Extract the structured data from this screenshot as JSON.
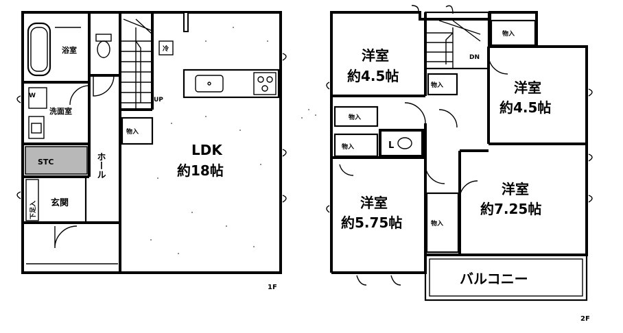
{
  "floor1": {
    "label": "1F",
    "bath": "浴室",
    "washroom": "洗面室",
    "washroom_mark": "W",
    "stc": "STC",
    "shoe_storage": "下足入",
    "entrance": "玄関",
    "hall": "ホール",
    "storage": "物入",
    "refrigerator": "冷",
    "stairs_up": "UP",
    "ldk_name": "LDK",
    "ldk_size": "約18帖"
  },
  "floor2": {
    "label": "2F",
    "room_nw_name": "洋室",
    "room_nw_size": "約4.5帖",
    "room_ne_name": "洋室",
    "room_ne_size": "約4.5帖",
    "room_sw_name": "洋室",
    "room_sw_size": "約5.75帖",
    "room_se_name": "洋室",
    "room_se_size": "約7.25帖",
    "storage_top": "物入",
    "storage_hall": "物入",
    "storage_nw": "物入",
    "storage_sw": "物入",
    "storage_se": "物入",
    "duct": "DN",
    "toilet_mark": "L",
    "balcony": "バルコニー"
  }
}
